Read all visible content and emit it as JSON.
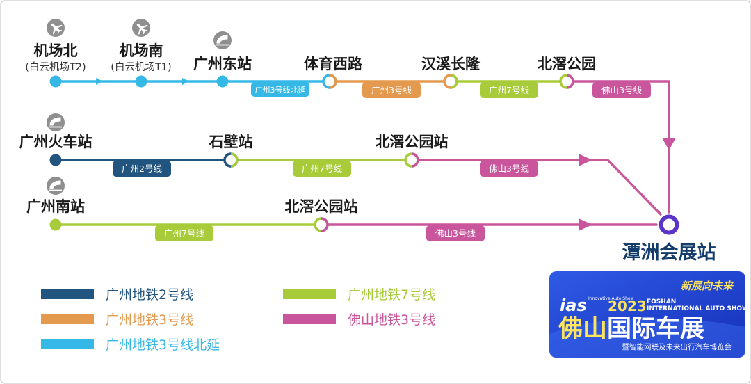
{
  "colors": {
    "gz2": "#21547f",
    "gz3": "#e39a4f",
    "gz3n": "#36b8e6",
    "gz7": "#a8cb3a",
    "fs3": "#c9569d",
    "dest": "#5b35c9",
    "dest_label": "#133c6b",
    "banner_bg": "#1c3fcf",
    "banner_accent": "#ffe45c"
  },
  "stations": {
    "airport_north": {
      "name": "机场北",
      "sub": "(白云机场T2)",
      "icon": "airplane-icon"
    },
    "airport_south": {
      "name": "机场南",
      "sub": "(白云机场T1)",
      "icon": "airplane-icon"
    },
    "gz_east": {
      "name": "广州东站",
      "icon": "train-icon"
    },
    "tiyu_xilu": {
      "name": "体育西路"
    },
    "hanxi_changlong": {
      "name": "汉溪长隆"
    },
    "beijiao_park": {
      "name": "北滘公园"
    },
    "gz_railway": {
      "name": "广州火车站",
      "icon": "train-icon"
    },
    "shibi": {
      "name": "石壁站"
    },
    "beijiao_park_2": {
      "name": "北滘公园站"
    },
    "gz_south": {
      "name": "广州南站",
      "icon": "train-icon"
    },
    "beijiao_park_3": {
      "name": "北滘公园站"
    },
    "destination": {
      "name": "潭洲会展站"
    }
  },
  "segments": {
    "r1_gz3n": "广州3号线北延",
    "r1_gz3": "广州3号线",
    "r1_gz7": "广州7号线",
    "r1_fs3": "佛山3号线",
    "r2_gz2": "广州2号线",
    "r2_gz7": "广州7号线",
    "r2_fs3": "佛山3号线",
    "r3_gz7": "广州7号线",
    "r3_fs3": "佛山3号线"
  },
  "legend": [
    {
      "label": "广州地铁2号线",
      "color": "#21547f"
    },
    {
      "label": "广州地铁3号线",
      "color": "#e39a4f"
    },
    {
      "label": "广州地铁3号线北延",
      "color": "#36b8e6"
    },
    {
      "label": "广州地铁7号线",
      "color": "#a8cb3a"
    },
    {
      "label": "佛山地铁3号线",
      "color": "#c9569d"
    }
  ],
  "banner": {
    "slogan": "新展向未来",
    "logo": "ias",
    "logo_tag": "Innovative Auto Show",
    "year": "2023",
    "english_1": "FOSHAN",
    "english_2": "INTERNATIONAL AUTO SHOW",
    "title_a": "佛山",
    "title_b": "国际车展",
    "subtitle": "暨智能网联及未来出行汽车博览会"
  }
}
